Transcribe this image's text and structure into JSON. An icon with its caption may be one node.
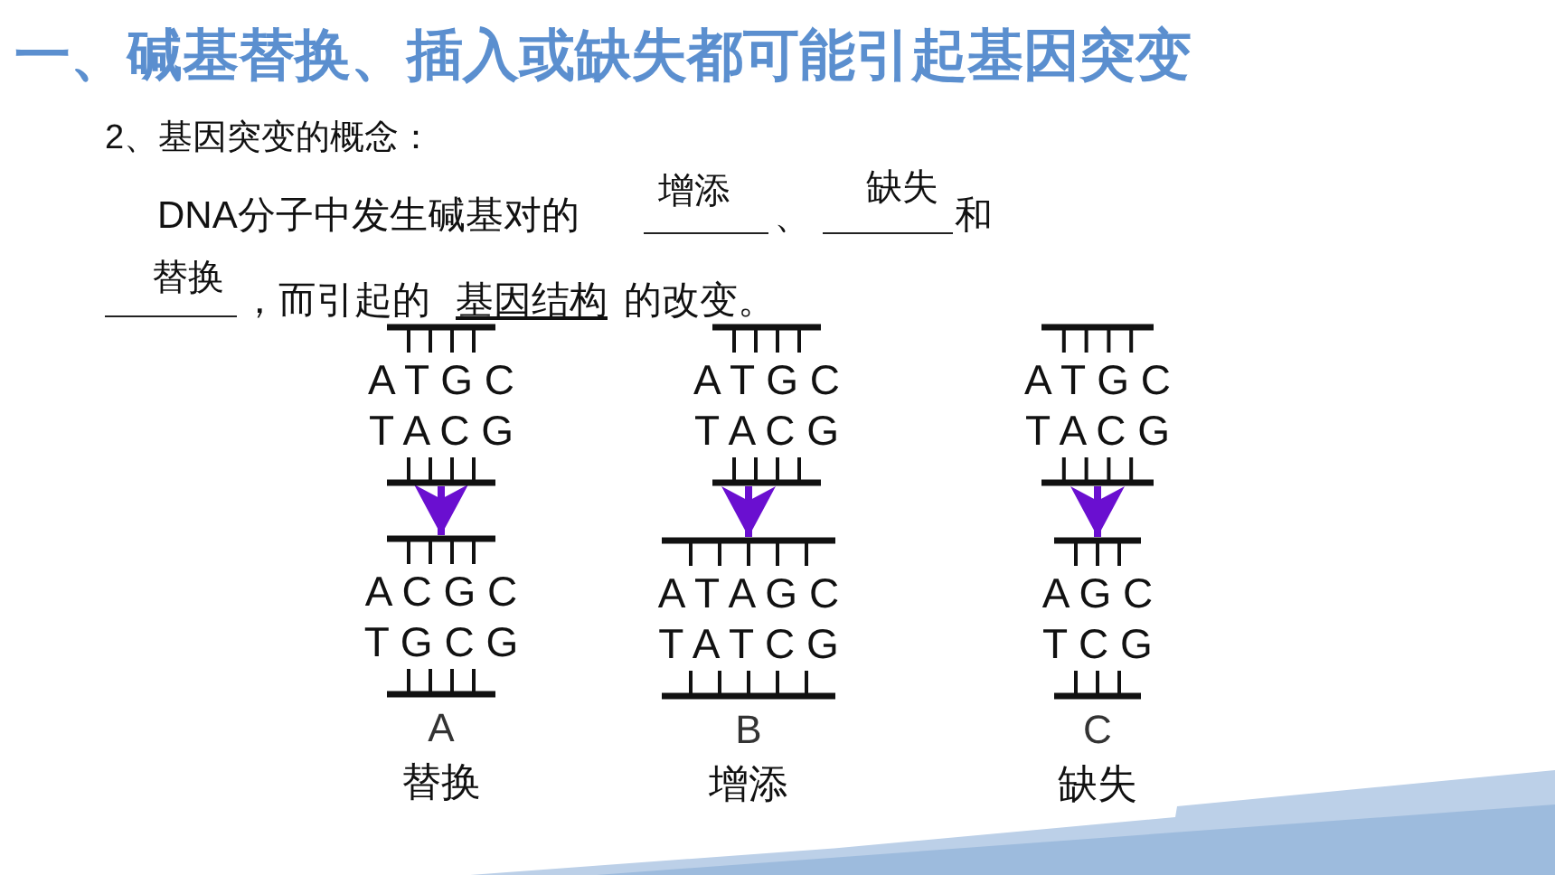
{
  "diagram": {
    "title": "一、碱基替换、插入或缺失都可能引起基因突变",
    "nodes": [
      {
        "text": [
          "A T G C",
          "T A C G"
        ]
      },
      {
        "text": [
          "A C G C",
          "T G C G"
        ],
        "beside": [
          "A",
          "替换"
        ]
      },
      {
        "text": [
          "A T G C",
          "T A C G"
        ]
      },
      {
        "text": [
          "A T A G C",
          "T A T C G"
        ],
        "beside": [
          "B",
          "增添"
        ]
      },
      {
        "text": [
          "A T G C",
          "T A C G"
        ]
      },
      {
        "text": [
          "A G C",
          "T C G"
        ],
        "beside": [
          "C",
          "缺失"
        ]
      }
    ],
    "edges": [
      {
        "from": 0,
        "to": 1,
        "arrow": "to",
        "color": "#6a0fd0"
      },
      {
        "from": 2,
        "to": 3,
        "arrow": "to",
        "color": "#6a0fd0"
      },
      {
        "from": 4,
        "to": 5,
        "arrow": "to",
        "color": "#6a0fd0"
      }
    ],
    "labels": [
      "2、基因突变的概念：",
      "DNA分子中发生碱基对的",
      "增添",
      "、",
      "缺失",
      "和",
      "替换",
      "，而引起的",
      "基因结构",
      "的改变。"
    ]
  }
}
